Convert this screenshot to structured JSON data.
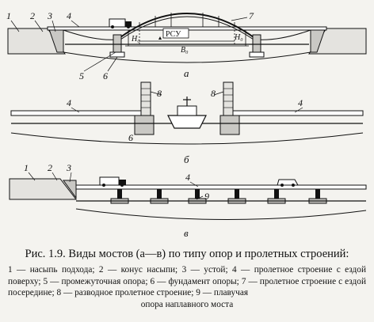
{
  "panels": {
    "a": {
      "label": "а",
      "callouts": [
        "1",
        "2",
        "3",
        "4",
        "5",
        "6",
        "7"
      ],
      "dimensions": {
        "h0": "H₀",
        "h0_right": "H₀",
        "b0": "B₀"
      },
      "sign": "РСУ"
    },
    "b": {
      "label": "б",
      "callouts": [
        "4",
        "8",
        "8",
        "4",
        "6"
      ]
    },
    "c": {
      "label": "в",
      "callouts": [
        "1",
        "2",
        "3",
        "4",
        "9"
      ]
    }
  },
  "caption": {
    "title": "Рис. 1.9. Виды мостов (а—в) по типу опор и пролетных строений:",
    "body": "1 — насыпь подхода; 2 — конус насыпи; 3 — устой; 4 — пролетное строение с ездой поверху; 5 — промежуточная опора; 6 — фундамент опоры; 7 — пролетное строение с ездой посередине; 8 — разводное пролетное строение; 9 — плавучая",
    "body_last": "опора наплавного моста"
  }
}
